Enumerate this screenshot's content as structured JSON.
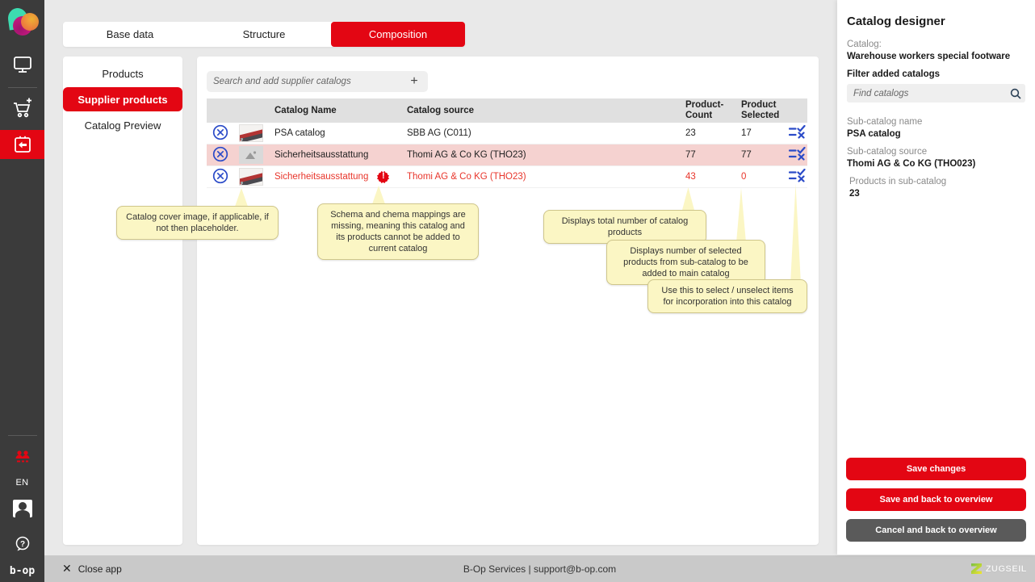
{
  "colors": {
    "accent": "#e30613",
    "selected_row": "#f5d2d0",
    "error_text": "#e8352b",
    "icon_blue": "#2b4bc8",
    "tooltip_bg": "#fbf6c4"
  },
  "app_sidebar": {
    "language": "EN",
    "logo_text": "b-op",
    "icons": [
      "brand-logo",
      "screens-icon",
      "cart-add-icon",
      "catalog-designer-icon",
      "users-icon",
      "profile-icon",
      "help-icon"
    ]
  },
  "tabs": {
    "base_data": "Base data",
    "structure": "Structure",
    "composition": "Composition"
  },
  "left_nav": {
    "products": "Products",
    "supplier_products": "Supplier products",
    "catalog_preview": "Catalog Preview"
  },
  "supplier_catalogs": {
    "search_placeholder": "Search and add supplier catalogs",
    "add_button": "+",
    "columns": {
      "name": "Catalog Name",
      "source": "Catalog source",
      "count_l1": "Product-",
      "count_l2": "Count",
      "selected_l1": "Product",
      "selected_l2": "Selected"
    },
    "rows": [
      {
        "name": "PSA catalog",
        "source": "SBB AG (C011)",
        "product_count": "23",
        "product_selected": "17",
        "thumbnail": "cover",
        "state": "normal"
      },
      {
        "name": "Sicherheitsausstattung",
        "source": "Thomi AG & Co KG (THO23)",
        "product_count": "77",
        "product_selected": "77",
        "thumbnail": "placeholder",
        "state": "selected"
      },
      {
        "name": "Sicherheitsausstattung",
        "source": "Thomi AG & Co KG (THO23)",
        "product_count": "43",
        "product_selected": "0",
        "thumbnail": "cover",
        "state": "error",
        "error_badge": "!"
      }
    ]
  },
  "tooltips": [
    {
      "text": "Catalog cover image, if applicable, if not then placeholder."
    },
    {
      "text": "Schema and chema mappings are missing, meaning this catalog and its products cannot be added to current catalog"
    },
    {
      "text": "Displays total number of catalog products"
    },
    {
      "text": "Displays number of selected products from sub-catalog to be added to main catalog"
    },
    {
      "text": "Use this to select / unselect items for incorporation into this catalog"
    }
  ],
  "right_panel": {
    "title": "Catalog designer",
    "catalog_label": "Catalog:",
    "catalog_name": "Warehouse workers special footware",
    "filter_label": "Filter added catalogs",
    "filter_placeholder": "Find catalogs",
    "subcatalog_name_label": "Sub-catalog name",
    "subcatalog_name": "PSA catalog",
    "subcatalog_source_label": "Sub-catalog source",
    "subcatalog_source": "Thomi AG & Co KG (THO023)",
    "products_label": "Products in sub-catalog",
    "products_count": "23",
    "save_button": "Save changes",
    "save_back_button": "Save and back to overview",
    "cancel_back_button": "Cancel and back to overview"
  },
  "footer": {
    "close_label": "Close app",
    "close_icon": "✕",
    "support_text": "B-Op Services | support@b-op.com",
    "brand": "ZUGSEIL"
  }
}
